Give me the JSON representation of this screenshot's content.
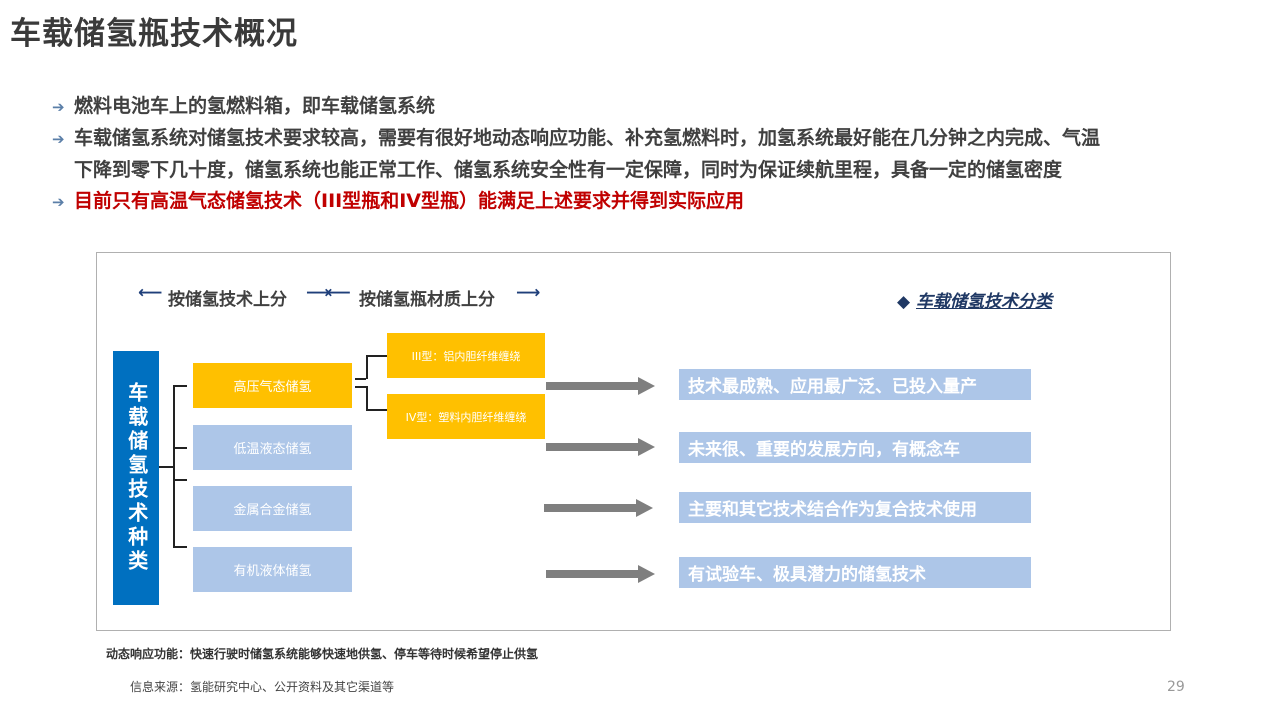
{
  "title": "车载储氢瓶技术概况",
  "bullets": [
    {
      "text": "燃料电池车上的氢燃料箱，即车载储氢系统"
    },
    {
      "text": "车载储氢系统对储氢技术要求较高，需要有很好地动态响应功能、补充氢燃料时，加氢系统最好能在几分钟之内完成、气温",
      "cont": "下降到零下几十度，储氢系统也能正常工作、储氢系统安全性有一定保障，同时为保证续航里程，具备一定的储氢密度"
    },
    {
      "text": "目前只有高温气态储氢技术（III型瓶和IV型瓶）能满足上述要求并得到实际应用"
    }
  ],
  "diagram": {
    "header_left": "按储氢技术上分",
    "header_right": "按储氢瓶材质上分",
    "category_label": "车载储氢技术分类",
    "root": "车载储氢技术种类",
    "methods": [
      "高压气态储氢",
      "低温液态储氢",
      "金属合金储氢",
      "有机液体储氢"
    ],
    "types": [
      "III型：铝内胆纤维缠绕",
      "IV型：塑料内胆纤维缠绕"
    ],
    "results": [
      "技术最成熟、应用最广泛、已投入量产",
      "未来很、重要的发展方向，有概念车",
      "主要和其它技术结合作为复合技术使用",
      "有试验车、极具潜力的储氢技术"
    ]
  },
  "footnote": "动态响应功能：快速行驶时储氢系统能够快速地供氢、停车等待时候希望停止供氢",
  "source": "信息来源：氢能研究中心、公开资料及其它渠道等",
  "page": "29",
  "colors": {
    "yellow": "#ffc000",
    "lightblue": "#adc6e8",
    "blue": "#0070c0",
    "red": "#c00000"
  }
}
